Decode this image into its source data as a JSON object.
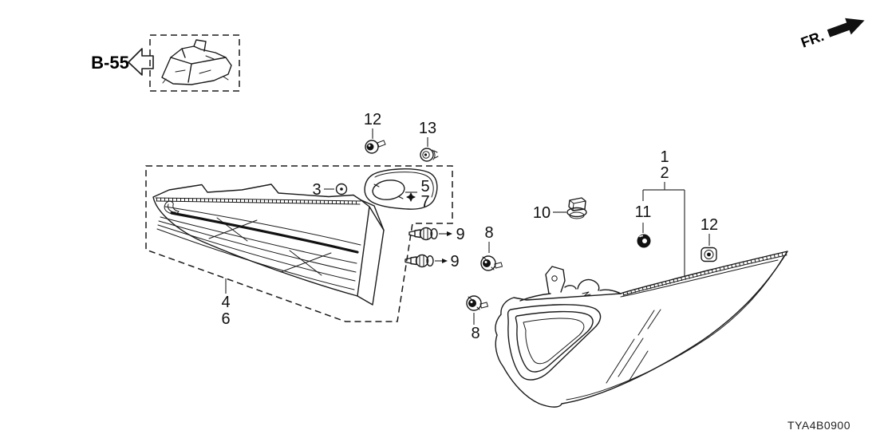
{
  "diagram": {
    "code": "TYA4B0900",
    "reference_label": "B-55",
    "front_label": "FR.",
    "callouts": {
      "n1": "1",
      "n2": "2",
      "n3": "3",
      "n4": "4",
      "n5": "5",
      "n6": "6",
      "n7": "7",
      "n8": "8",
      "n9": "9",
      "n10": "10",
      "n11": "11",
      "n12": "12",
      "n13": "13"
    },
    "colors": {
      "line": "#1a1a1a",
      "background": "#ffffff"
    },
    "icons": {
      "b55-arrow-icon": "outlined left-pointing arrow",
      "fr-arrow-icon": "solid right-pointing arrow",
      "screw-icon": "pan-head screw, front view with tip",
      "washer-screw-icon": "screw with washer, side view",
      "nut-icon": "flange nut, front view",
      "grommet-icon": "rubber grommet donut",
      "socket-icon": "bulb socket",
      "bulb-hole-icon": "circle with center dot"
    }
  }
}
